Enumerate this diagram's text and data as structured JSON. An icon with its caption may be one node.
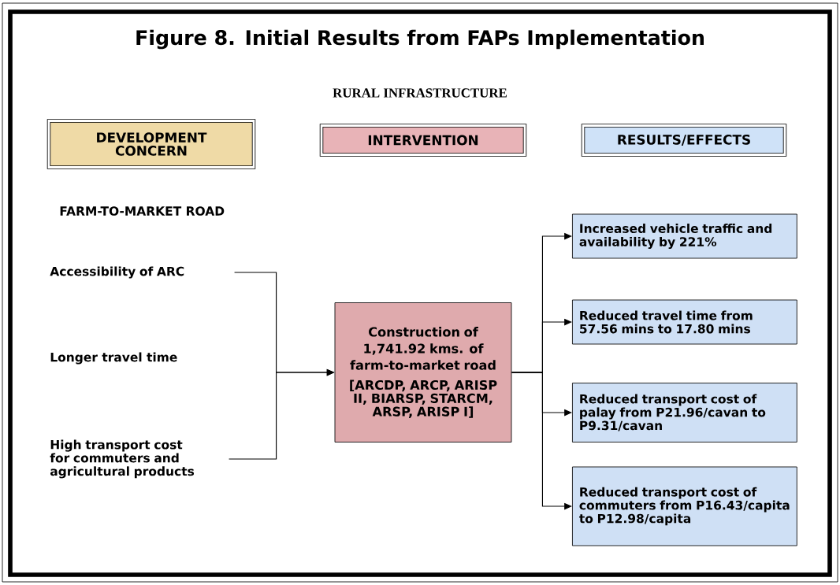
{
  "diagram": {
    "title": "Figure 8. Initial Results from FAPs Implementation",
    "nodes": [
      {
        "text": [
          "DEVELOPMENT CONCERN"
        ]
      },
      {
        "text": [
          "INTERVENTION"
        ]
      },
      {
        "text": [
          "RESULTS/EFFECTS"
        ]
      },
      {
        "text": [
          "Accessibility of ARC"
        ]
      },
      {
        "text": [
          "High transport cost for commuters and agricultural products"
        ]
      },
      {
        "text": [
          "Construction of 1,741.92 kms. of farm-to-market road",
          "[ARCDP, ARCP, ARISP II, BIARSP, STARCM, ARSP, ARISP I]"
        ]
      },
      {
        "text": [
          "Increased vehicle traffic and availability by 221%"
        ]
      },
      {
        "text": [
          "Reduced travel time from 57.56 mins to 17.80 mins"
        ]
      },
      {
        "text": [
          "Reduced transport cost of palay from P21.96/cavan to P9.31/cavan"
        ]
      },
      {
        "text": [
          "Reduced transport cost of commuters from P16.43/capita to P12.98/capita"
        ]
      }
    ],
    "edges": [
      {
        "from": 3,
        "to": 5,
        "arrow": "to"
      },
      {
        "from": 4,
        "to": 5,
        "arrow": "to"
      },
      {
        "from": 5,
        "to": 6,
        "arrow": "to"
      },
      {
        "from": 5,
        "to": 7,
        "arrow": "to"
      },
      {
        "from": 5,
        "to": 8,
        "arrow": "to"
      },
      {
        "from": 5,
        "to": 9,
        "arrow": "to"
      }
    ],
    "labels": [
      "RURAL INFRASTRUCTURE",
      "FARM-TO-MARKET ROAD",
      "Longer travel time"
    ]
  }
}
